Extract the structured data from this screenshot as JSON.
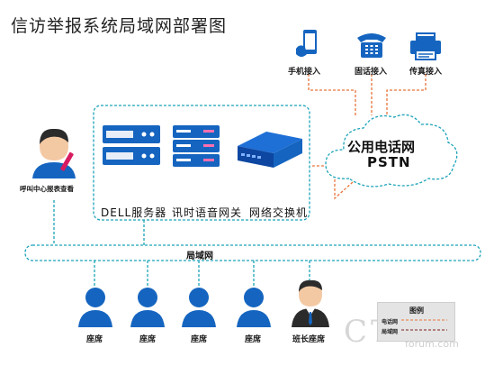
{
  "title": "信访举报系统局域网部署图",
  "access": [
    {
      "label": "手机接入",
      "icon": "mobile-phone-icon"
    },
    {
      "label": "固话接入",
      "icon": "landline-phone-icon"
    },
    {
      "label": "传真接入",
      "icon": "fax-icon"
    }
  ],
  "cloud": {
    "line1": "公用电话网",
    "line2": "PSTN"
  },
  "devices": [
    "DELL服务器",
    "讯时语音网关",
    "网络交换机"
  ],
  "monitor_label": "呼叫中心报表查看",
  "lan_label": "局域网",
  "seats": [
    "座席",
    "座席",
    "座席",
    "座席"
  ],
  "supervisor_label": "班长座席",
  "legend": {
    "title": "图例",
    "items": [
      {
        "label": "电话网",
        "color": "#e8743b"
      },
      {
        "label": "局域网",
        "color": "#7b1e1e"
      }
    ]
  },
  "watermark": "CTI",
  "watermark_sub": "forum.com",
  "colors": {
    "lan": "#1aa3b8",
    "phone": "#e8743b",
    "blue": "#1565c0"
  }
}
